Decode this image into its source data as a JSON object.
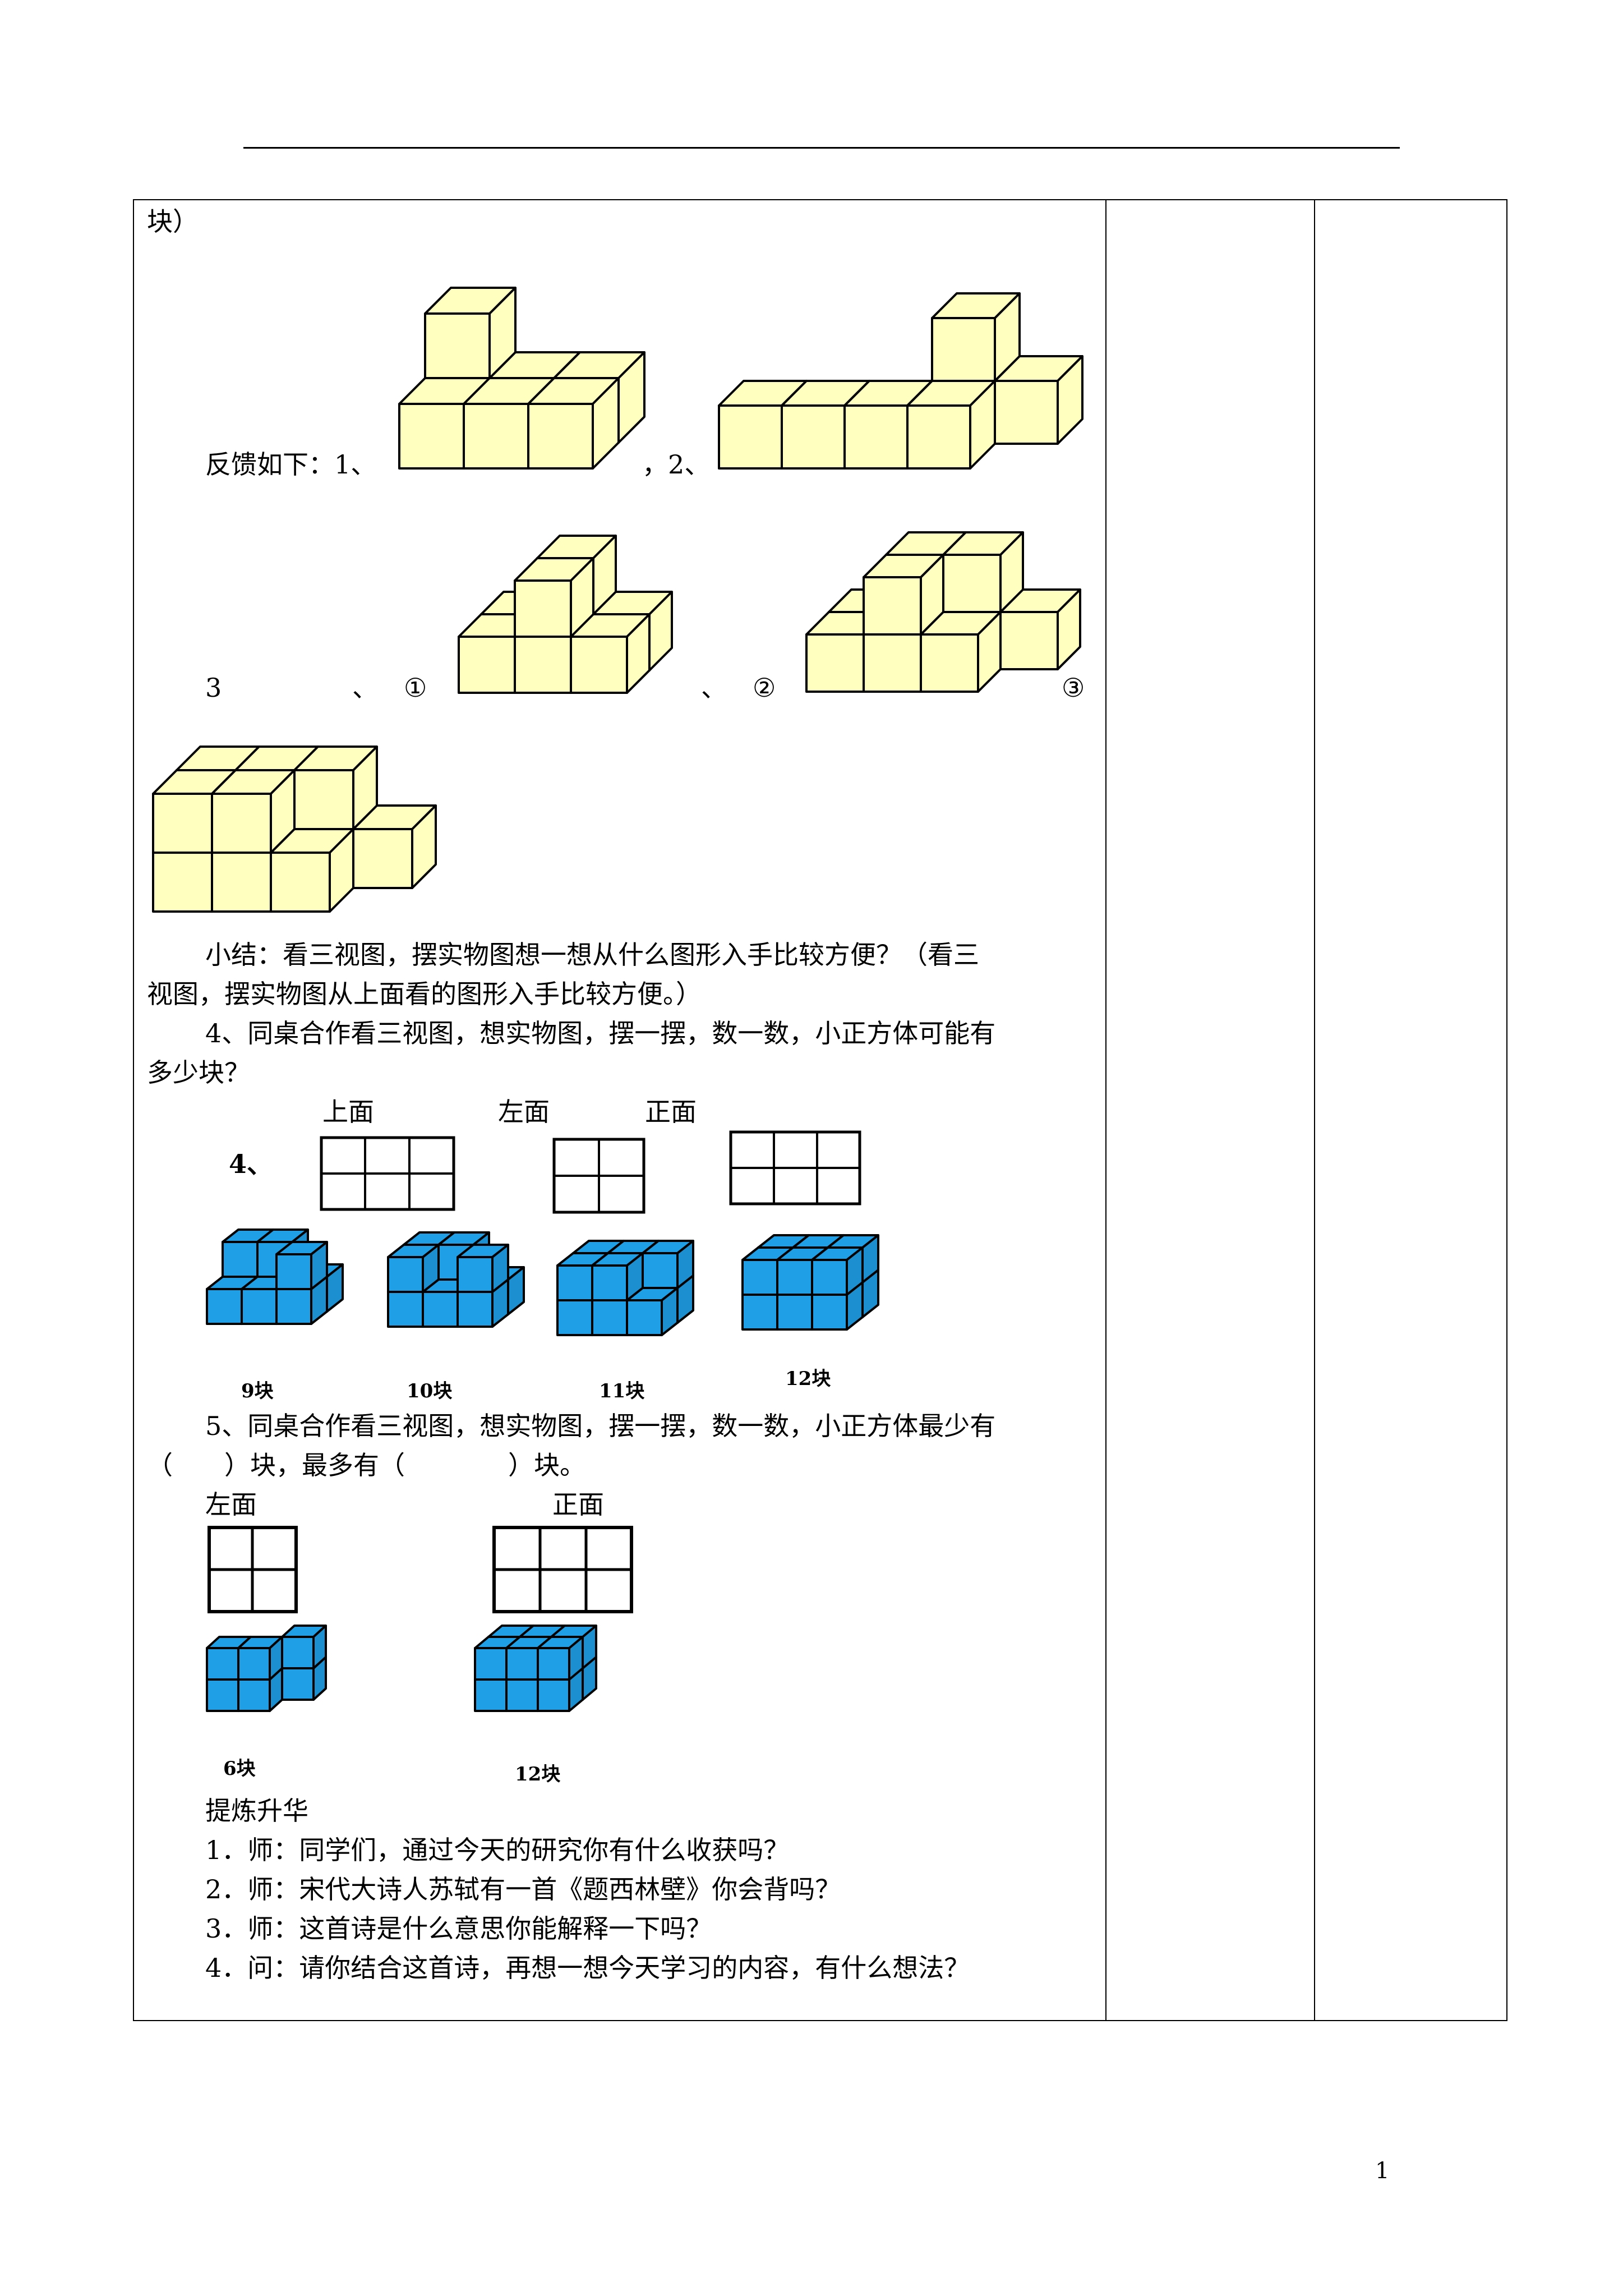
{
  "page_number": "1",
  "colors": {
    "yellow_cube": "#ffffc0",
    "blue_cube": "#1e9fe6",
    "line": "#000000"
  },
  "text": {
    "kuai_paren": "块）",
    "feedback": "反馈如下：1、",
    "comma2": "，2、",
    "num3": "3",
    "dun1": "、",
    "c1": "①",
    "dun2": "、",
    "c2": "②",
    "c3": "③",
    "summary_1": "小结：看三视图，摆实物图想一想从什么图形入手比较方便？（看三",
    "summary_2": "视图，摆实物图从上面看的图形入手比较方便。）",
    "item4_1": "4、同桌合作看三视图，想实物图，摆一摆，数一数，小正方体可能有",
    "item4_2": "多少块？",
    "view_top": "上面",
    "view_left": "左面",
    "view_front": "正面",
    "label4": "4、",
    "b9": "9块",
    "b10": "10块",
    "b11": "11块",
    "b12": "12块",
    "item5_1": "5、同桌合作看三视图，想实物图，摆一摆，数一数，小正方体最少有",
    "item5_2": "（　　）块，最多有（　　　　）块。",
    "view_left2": "左面",
    "view_front2": "正面",
    "b6": "6块",
    "b12b": "12块",
    "refine": "提炼升华",
    "q1": "1．师：同学们，通过今天的研究你有什么收获吗？",
    "q2": "2．师：宋代大诗人苏轼有一首《题西林壁》你会背吗？",
    "q3": "3．师：这首诗是什么意思你能解释一下吗？",
    "q4": "4．问：请你结合这首诗，再想一想今天学习的内容，有什么想法？"
  }
}
